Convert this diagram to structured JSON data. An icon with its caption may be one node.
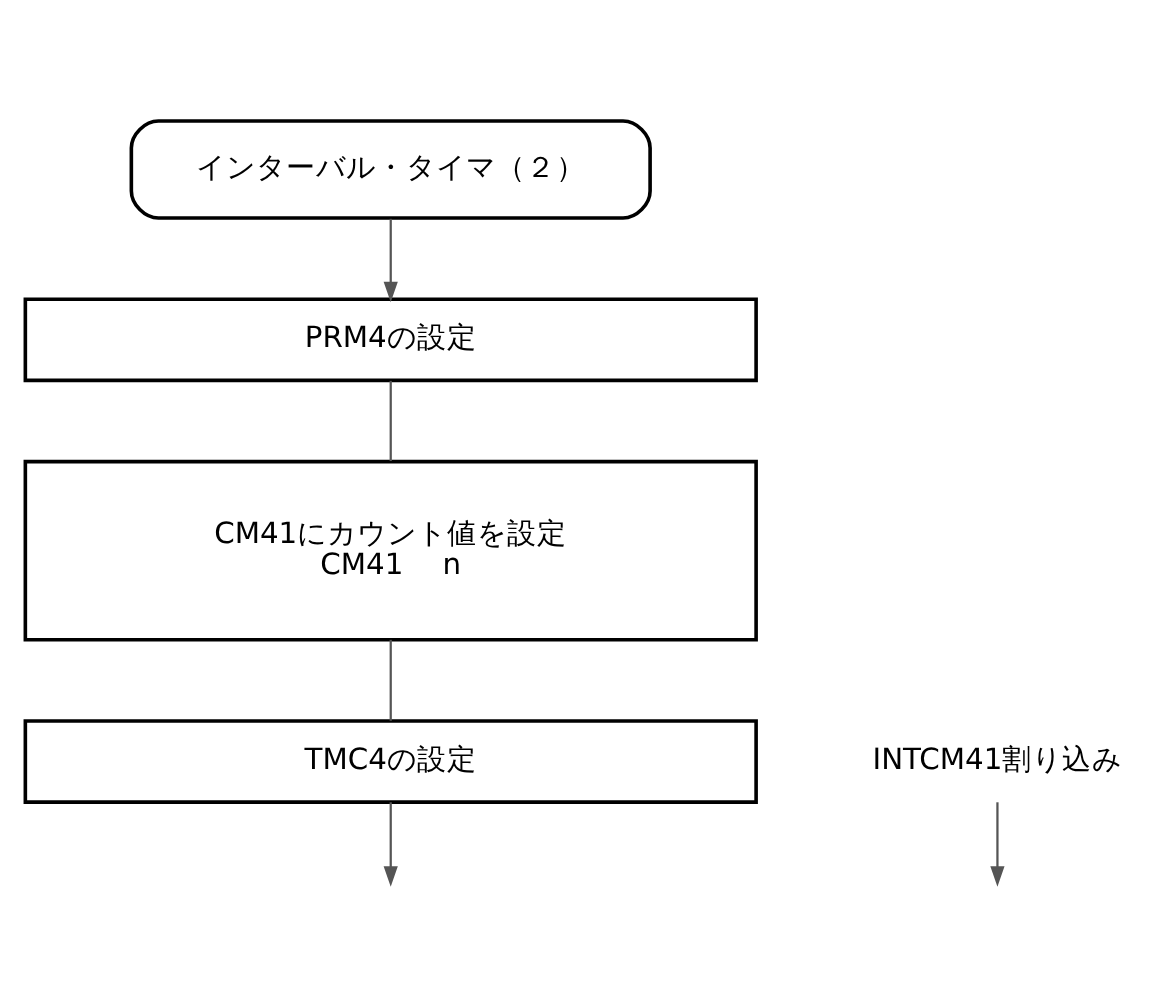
{
  "diagram": {
    "nodes": [
      {
        "text": [
          "インターバル・タイマ（２）"
        ]
      },
      {
        "text": [
          "PRM4の設定"
        ]
      },
      {
        "text": [
          "CM41にカウント値を設定",
          "CM41　 n"
        ]
      },
      {
        "text": [
          "TMC4の設定"
        ]
      },
      {
        "text": [
          "INTCM41割り込み"
        ]
      }
    ],
    "edges": [
      {
        "from": 0,
        "to": 1,
        "arrow": "to"
      },
      {
        "from": 1,
        "to": 2,
        "arrow": "none"
      },
      {
        "from": 2,
        "to": 3,
        "arrow": "none"
      },
      {
        "from": 3,
        "to": null,
        "arrow": "to"
      },
      {
        "from": 4,
        "to": null,
        "arrow": "to"
      }
    ]
  }
}
